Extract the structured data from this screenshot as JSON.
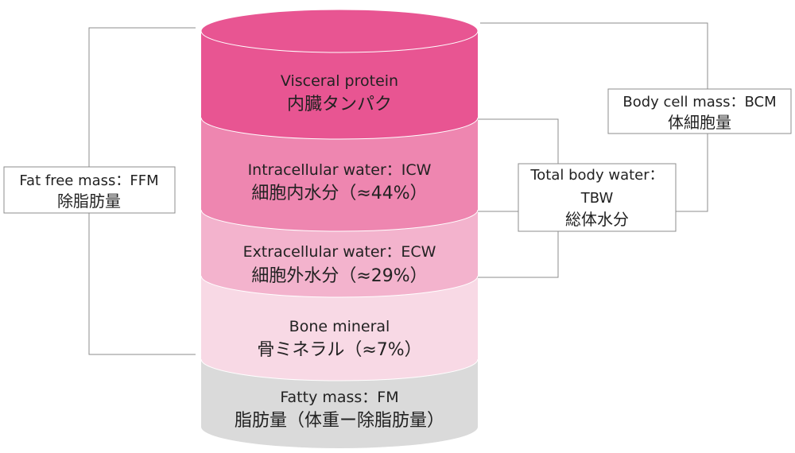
{
  "layers": {
    "visceral_protein": {
      "en": "Visceral protein",
      "ja": "内臓タンパク",
      "color": "#e85592"
    },
    "intracellular_water": {
      "en": "Intracellular water：ICW",
      "ja": "細胞内水分（≈44%）",
      "color": "#ee86b0"
    },
    "extracellular_water": {
      "en": "Extracellular water：ECW",
      "ja": "細胞外水分（≈29%）",
      "color": "#f3b3cd"
    },
    "bone_mineral": {
      "en": "Bone mineral",
      "ja": "骨ミネラル（≈7%）",
      "color": "#f8d9e5"
    },
    "fatty_mass": {
      "en": "Fatty mass：FM",
      "ja": "脂肪量（体重ー除脂肪量）",
      "color": "#dadada"
    }
  },
  "brackets": {
    "ffm": {
      "en": "Fat free mass：FFM",
      "ja": "除脂肪量"
    },
    "tbw": {
      "en": "Total body water：",
      "abbr": "TBW",
      "ja": "総体水分"
    },
    "bcm": {
      "en": "Body cell mass：BCM",
      "ja": "体細胞量"
    }
  },
  "colors": {
    "cylinder_edge": "#ffffff",
    "connector": "#8c8c8c",
    "text": "#222222"
  }
}
